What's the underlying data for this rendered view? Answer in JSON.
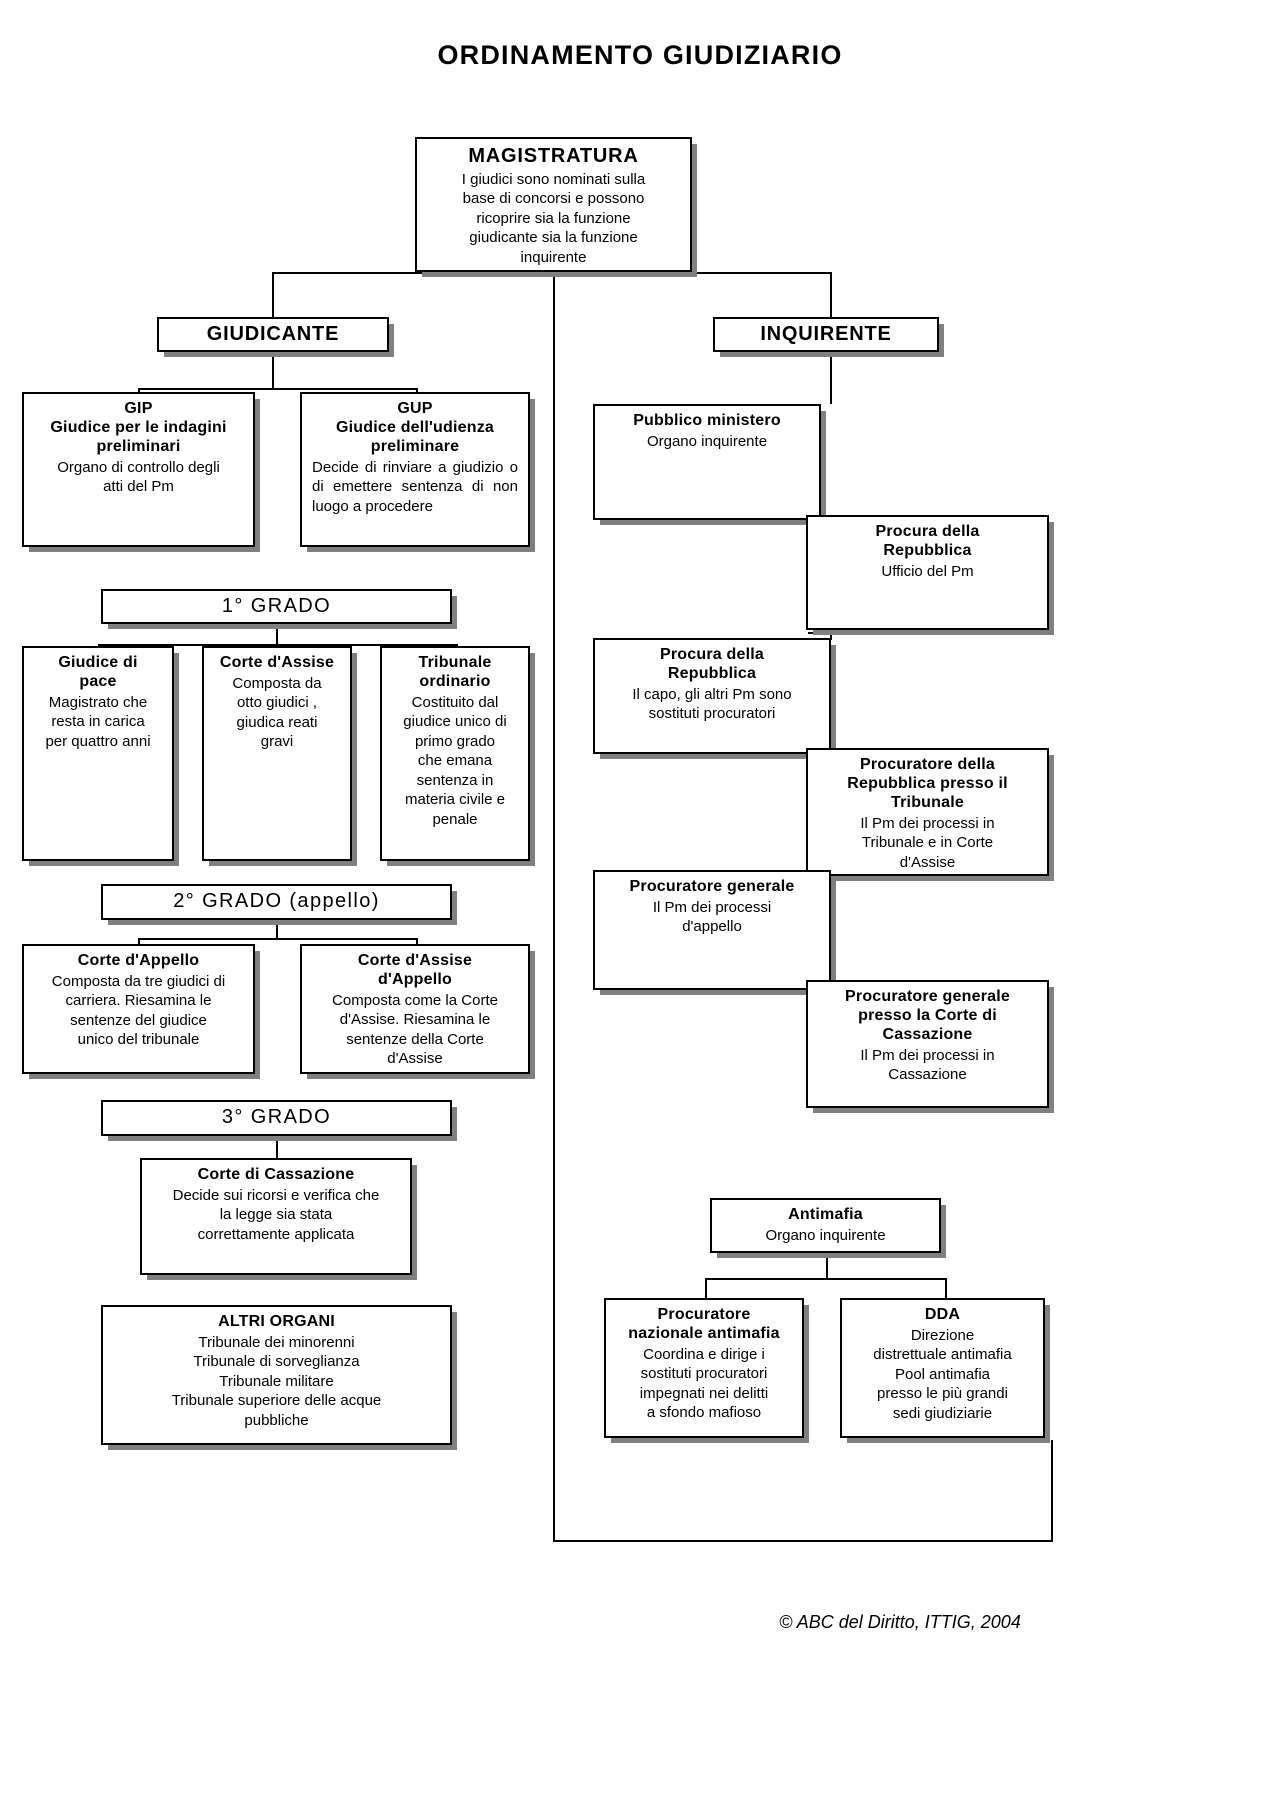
{
  "title": "ORDINAMENTO GIUDIZIARIO",
  "root": {
    "name": "MAGISTRATURA",
    "desc": "I giudici sono nominati sulla\nbase di concorsi e possono\nricoprire sia la funzione\ngiudicante sia la funzione\ninquirente"
  },
  "branches": {
    "left": "GIUDICANTE",
    "right": "INQUIRENTE"
  },
  "levels": {
    "grado1": "1° GRADO",
    "grado2": "2° GRADO (appello)",
    "grado3": "3° GRADO"
  },
  "giudicante": {
    "gip": {
      "name": "GIP",
      "subtitle": "Giudice per le indagini\npreliminari",
      "desc": "Organo di controllo degli\natti del Pm"
    },
    "gup": {
      "name": "GUP",
      "subtitle": "Giudice dell'udienza\npreliminare",
      "desc": "Decide di rinviare a giudizio o di emettere sentenza di non luogo a procedere"
    },
    "giudice_di_pace": {
      "name": "Giudice di\npace",
      "desc": "Magistrato che\nresta in carica\nper quattro anni"
    },
    "corte_assise": {
      "name": "Corte d'Assise",
      "desc": "Composta da\notto giudici ,\ngiudica reati\ngravi"
    },
    "tribunale_ordinario": {
      "name": "Tribunale\nordinario",
      "desc": "Costituito dal\ngiudice unico di\nprimo grado\nche emana\nsentenza in\nmateria civile e\npenale"
    },
    "corte_appello": {
      "name": "Corte d'Appello",
      "desc": "Composta da tre giudici di\ncarriera. Riesamina le\nsentenze del giudice\nunico del tribunale"
    },
    "corte_assise_appello": {
      "name": "Corte d'Assise\nd'Appello",
      "desc": "Composta come la Corte\nd'Assise. Riesamina le\nsentenze della Corte\nd'Assise"
    },
    "corte_cassazione": {
      "name": "Corte di Cassazione",
      "desc": "Decide sui ricorsi e verifica che\nla legge sia stata\ncorrettamente applicata"
    },
    "altri_organi": {
      "name": "ALTRI ORGANI",
      "desc": "Tribunale dei minorenni\nTribunale di sorveglianza\nTribunale militare\nTribunale superiore delle acque\npubbliche"
    }
  },
  "inquirente": {
    "pubblico_ministero": {
      "name": "Pubblico ministero",
      "desc": "Organo inquirente"
    },
    "procura_repubblica_1": {
      "name": "Procura della\nRepubblica",
      "desc": "Ufficio del Pm"
    },
    "procura_repubblica_2": {
      "name": "Procura della\nRepubblica",
      "desc": "Il capo, gli altri Pm sono\nsostituti procuratori"
    },
    "procuratore_tribunale": {
      "name": "Procuratore della\nRepubblica presso il\nTribunale",
      "desc": "Il Pm dei processi in\nTribunale e in Corte\nd'Assise"
    },
    "procuratore_generale": {
      "name": "Procuratore generale",
      "desc": "Il Pm dei processi\nd'appello"
    },
    "procuratore_generale_cassazione": {
      "name": "Procuratore generale\npresso la Corte di\nCassazione",
      "desc": "Il Pm dei processi in\nCassazione"
    },
    "antimafia": {
      "name": "Antimafia",
      "desc": "Organo inquirente"
    },
    "procuratore_nazionale_antimafia": {
      "name": "Procuratore\nnazionale antimafia",
      "desc": "Coordina e dirige i\nsostituti procuratori\nimpegnati nei delitti\na sfondo mafioso"
    },
    "dda": {
      "name": "DDA",
      "desc": "Direzione\ndistrettuale antimafia\nPool antimafia\npresso le più grandi\nsedi giudiziarie"
    }
  },
  "credit": "© ABC del Diritto, ITTIG, 2004"
}
